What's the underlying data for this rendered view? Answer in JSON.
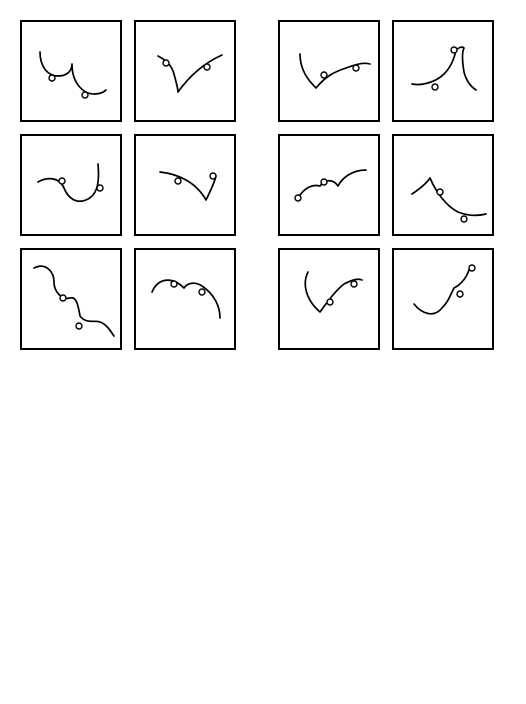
{
  "page": {
    "background": "#ffffff",
    "stroke_color": "#000000"
  },
  "groups": [
    {
      "id": "left",
      "panels": [
        {
          "id": "L1",
          "glyph": "double-arc-with-two-loops"
        },
        {
          "id": "L2",
          "glyph": "v-shape-with-two-loops"
        },
        {
          "id": "L3",
          "glyph": "curve-with-hooked-end"
        },
        {
          "id": "L4",
          "glyph": "checkmark-with-loops"
        },
        {
          "id": "L5",
          "glyph": "wavy-descending-line"
        },
        {
          "id": "L6",
          "glyph": "double-hump-curve"
        }
      ]
    },
    {
      "id": "right",
      "panels": [
        {
          "id": "R1",
          "glyph": "u-with-rising-arc"
        },
        {
          "id": "R2",
          "glyph": "peaked-curve"
        },
        {
          "id": "R3",
          "glyph": "double-hump-with-loop"
        },
        {
          "id": "R4",
          "glyph": "hooked-descent"
        },
        {
          "id": "R5",
          "glyph": "v-with-loops"
        },
        {
          "id": "R6",
          "glyph": "cup-with-loops"
        }
      ]
    }
  ]
}
